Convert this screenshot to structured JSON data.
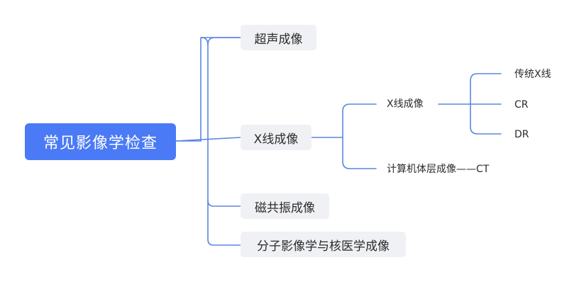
{
  "root": {
    "label": "常见影像学检查"
  },
  "branches": [
    {
      "label": "超声成像"
    },
    {
      "label": "X线成像"
    },
    {
      "label": "磁共振成像"
    },
    {
      "label": "分子影像学与核医学成像"
    }
  ],
  "xray_children": [
    {
      "label": "X线成像"
    },
    {
      "label": "计算机体层成像——CT"
    }
  ],
  "xray_imaging_children": [
    {
      "label": "传统X线"
    },
    {
      "label": "CR"
    },
    {
      "label": "DR"
    }
  ],
  "colors": {
    "connector": "#5b85e0",
    "root_fill": "#4a7af5",
    "node_fill": "#f0f1f4"
  }
}
